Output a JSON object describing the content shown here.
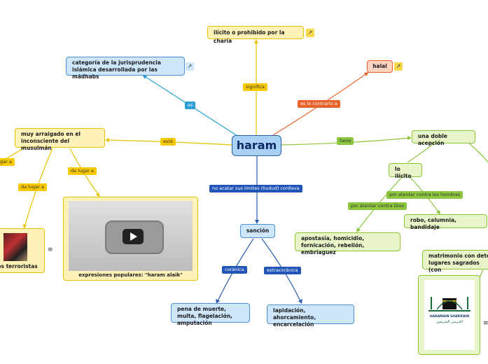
{
  "center": {
    "label": "haram"
  },
  "nodes": {
    "definition": "ilícito o prohibido por la charía",
    "category": "categoría de la jurisprudencia islámica desarrollada por las mádhabs",
    "halal": "halal",
    "rooted": "muy arraigado en el inconsciente del musulmán",
    "double": "una doble acepción",
    "illicit": "lo ilícito",
    "robbery": "robo, calumnia, bandidaje",
    "apostasy": "apostasía, homicidio, fornicación, rebelión, embriaguez",
    "sanction": "sanción",
    "quranic_penalties": "pena de muerte, multa, flagelación, amputación",
    "extra_penalties": "lapidación, ahorcamiento, encarcelación",
    "video_caption": "expresiones populares: \"haram alaik\"",
    "groups_caption": "pos terroristas",
    "marriage": "matrimonio con deter lugares sagrados (con"
  },
  "edge_labels": {
    "significa": "significa",
    "es": "es",
    "contrario": "es lo contrario a",
    "esta": "está",
    "tiene": "tiene",
    "no_acatar": "no acatar sus límites (hudud) conlleva",
    "coranica": "coránica",
    "extracoranica": "extracoránica",
    "da_lugar_a_1": "da lugar a",
    "da_lugar_a_2": "da lugar a",
    "da_lugar_a_3": "gar a",
    "contra_hombres": "por atentar contra los hombres",
    "contra_dios": "por atentar contra Dios"
  },
  "logo": {
    "text_en": "HARAMAIN SHARIFAIN",
    "text_ar": "الحرمين الشريفين"
  },
  "icons": {
    "link": "link-icon",
    "list": "list-icon",
    "play": "play-icon"
  },
  "colors": {
    "blue": "#4a90d9",
    "yellow": "#e6c200",
    "orange": "#e8632b",
    "green": "#8cc63f",
    "center": "#2a5db0"
  }
}
